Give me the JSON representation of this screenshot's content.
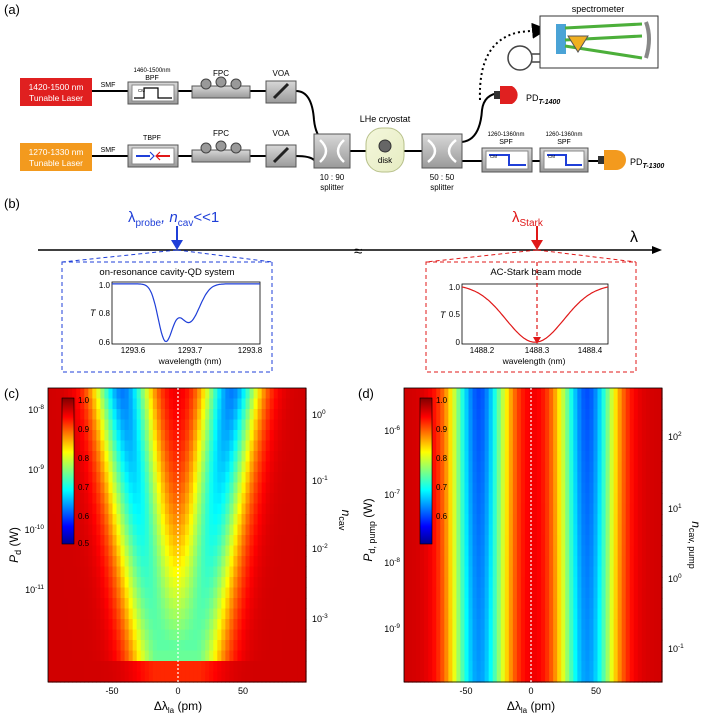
{
  "panels": {
    "a": "(a)",
    "b": "(b)",
    "c": "(c)",
    "d": "(d)"
  },
  "setup": {
    "laser1_line1": "1420-1500 nm",
    "laser1_line2": "Tunable Laser",
    "laser2_line1": "1270-1330 nm",
    "laser2_line2": "Tunable Laser",
    "smf": "SMF",
    "bpf_line1": "1460-1500nm",
    "bpf_line2": "BPF",
    "tbpf": "TBPF",
    "fpc": "FPC",
    "voa": "VOA",
    "splitter1_ratio": "10 : 90",
    "splitter1_label": "splitter",
    "cryostat": "LHe cryostat",
    "disk": "disk",
    "splitter2_ratio": "50 : 50",
    "splitter2_label": "splitter",
    "spectrometer": "spectrometer",
    "pd_1400": "PD",
    "pd_1400_sub": "T-1400",
    "pd_1300": "PD",
    "pd_1300_sub": "T-1300",
    "spf1_line1": "1260-1360nm",
    "spf1_line2": "SPF",
    "spf2_line1": "1260-1360nm",
    "spf2_line2": "SPF",
    "cm": "CM"
  },
  "axis_b": {
    "lambda": "λ",
    "probe_label": "λ",
    "probe_sub": "probe",
    "probe_rest": ", n",
    "probe_sub2": "cav",
    "probe_tail": "<<1",
    "stark_label": "λ",
    "stark_sub": "Stark",
    "break_mark": "≈"
  },
  "inset_left": {
    "title": "on-resonance cavity-QD system",
    "ylabel": "T",
    "xlabel": "wavelength (nm)",
    "xticks": [
      "1293.6",
      "1293.7",
      "1293.8"
    ],
    "yticks": [
      "1.0",
      "0.8",
      "0.6"
    ],
    "line_color": "#1f3fd8"
  },
  "inset_right": {
    "title": "AC-Stark beam mode",
    "ylabel": "T",
    "xlabel": "wavelength (nm)",
    "xticks": [
      "1488.2",
      "1488.3",
      "1488.4"
    ],
    "yticks": [
      "1.0",
      "0.5",
      "0"
    ],
    "line_color": "#e01818"
  },
  "heatmap_c": {
    "ylabel_main": "P",
    "ylabel_sub": "d",
    "ylabel_unit": " (W)",
    "yticks_left": [
      {
        "base": "10",
        "exp": "-8"
      },
      {
        "base": "10",
        "exp": "-9"
      },
      {
        "base": "10",
        "exp": "-10"
      },
      {
        "base": "10",
        "exp": "-11"
      }
    ],
    "yticks_right": [
      {
        "base": "10",
        "exp": "0"
      },
      {
        "base": "10",
        "exp": "-1"
      },
      {
        "base": "10",
        "exp": "-2"
      },
      {
        "base": "10",
        "exp": "-3"
      }
    ],
    "ylabel_right_main": "n",
    "ylabel_right_sub": "cav",
    "xlabel_main": "Δλ",
    "xlabel_sub": "la",
    "xlabel_unit": " (pm)",
    "xticks": [
      "-50",
      "0",
      "50"
    ],
    "colorbar": [
      "1.0",
      "0.9",
      "0.8",
      "0.7",
      "0.6",
      "0.5"
    ]
  },
  "heatmap_d": {
    "ylabel_main": "P",
    "ylabel_sub": "d, pump",
    "ylabel_unit": " (W)",
    "yticks_left": [
      {
        "base": "10",
        "exp": "-6"
      },
      {
        "base": "10",
        "exp": "-7"
      },
      {
        "base": "10",
        "exp": "-8"
      },
      {
        "base": "10",
        "exp": "-9"
      }
    ],
    "yticks_right": [
      {
        "base": "10",
        "exp": "2"
      },
      {
        "base": "10",
        "exp": "1"
      },
      {
        "base": "10",
        "exp": "0"
      },
      {
        "base": "10",
        "exp": "-1"
      }
    ],
    "ylabel_right_main": "n",
    "ylabel_right_sub": "cav, pump",
    "xlabel_main": "Δλ",
    "xlabel_sub": "la",
    "xlabel_unit": " (pm)",
    "xticks": [
      "-50",
      "0",
      "50"
    ],
    "colorbar": [
      "1.0",
      "0.9",
      "0.8",
      "0.7",
      "0.6"
    ]
  }
}
